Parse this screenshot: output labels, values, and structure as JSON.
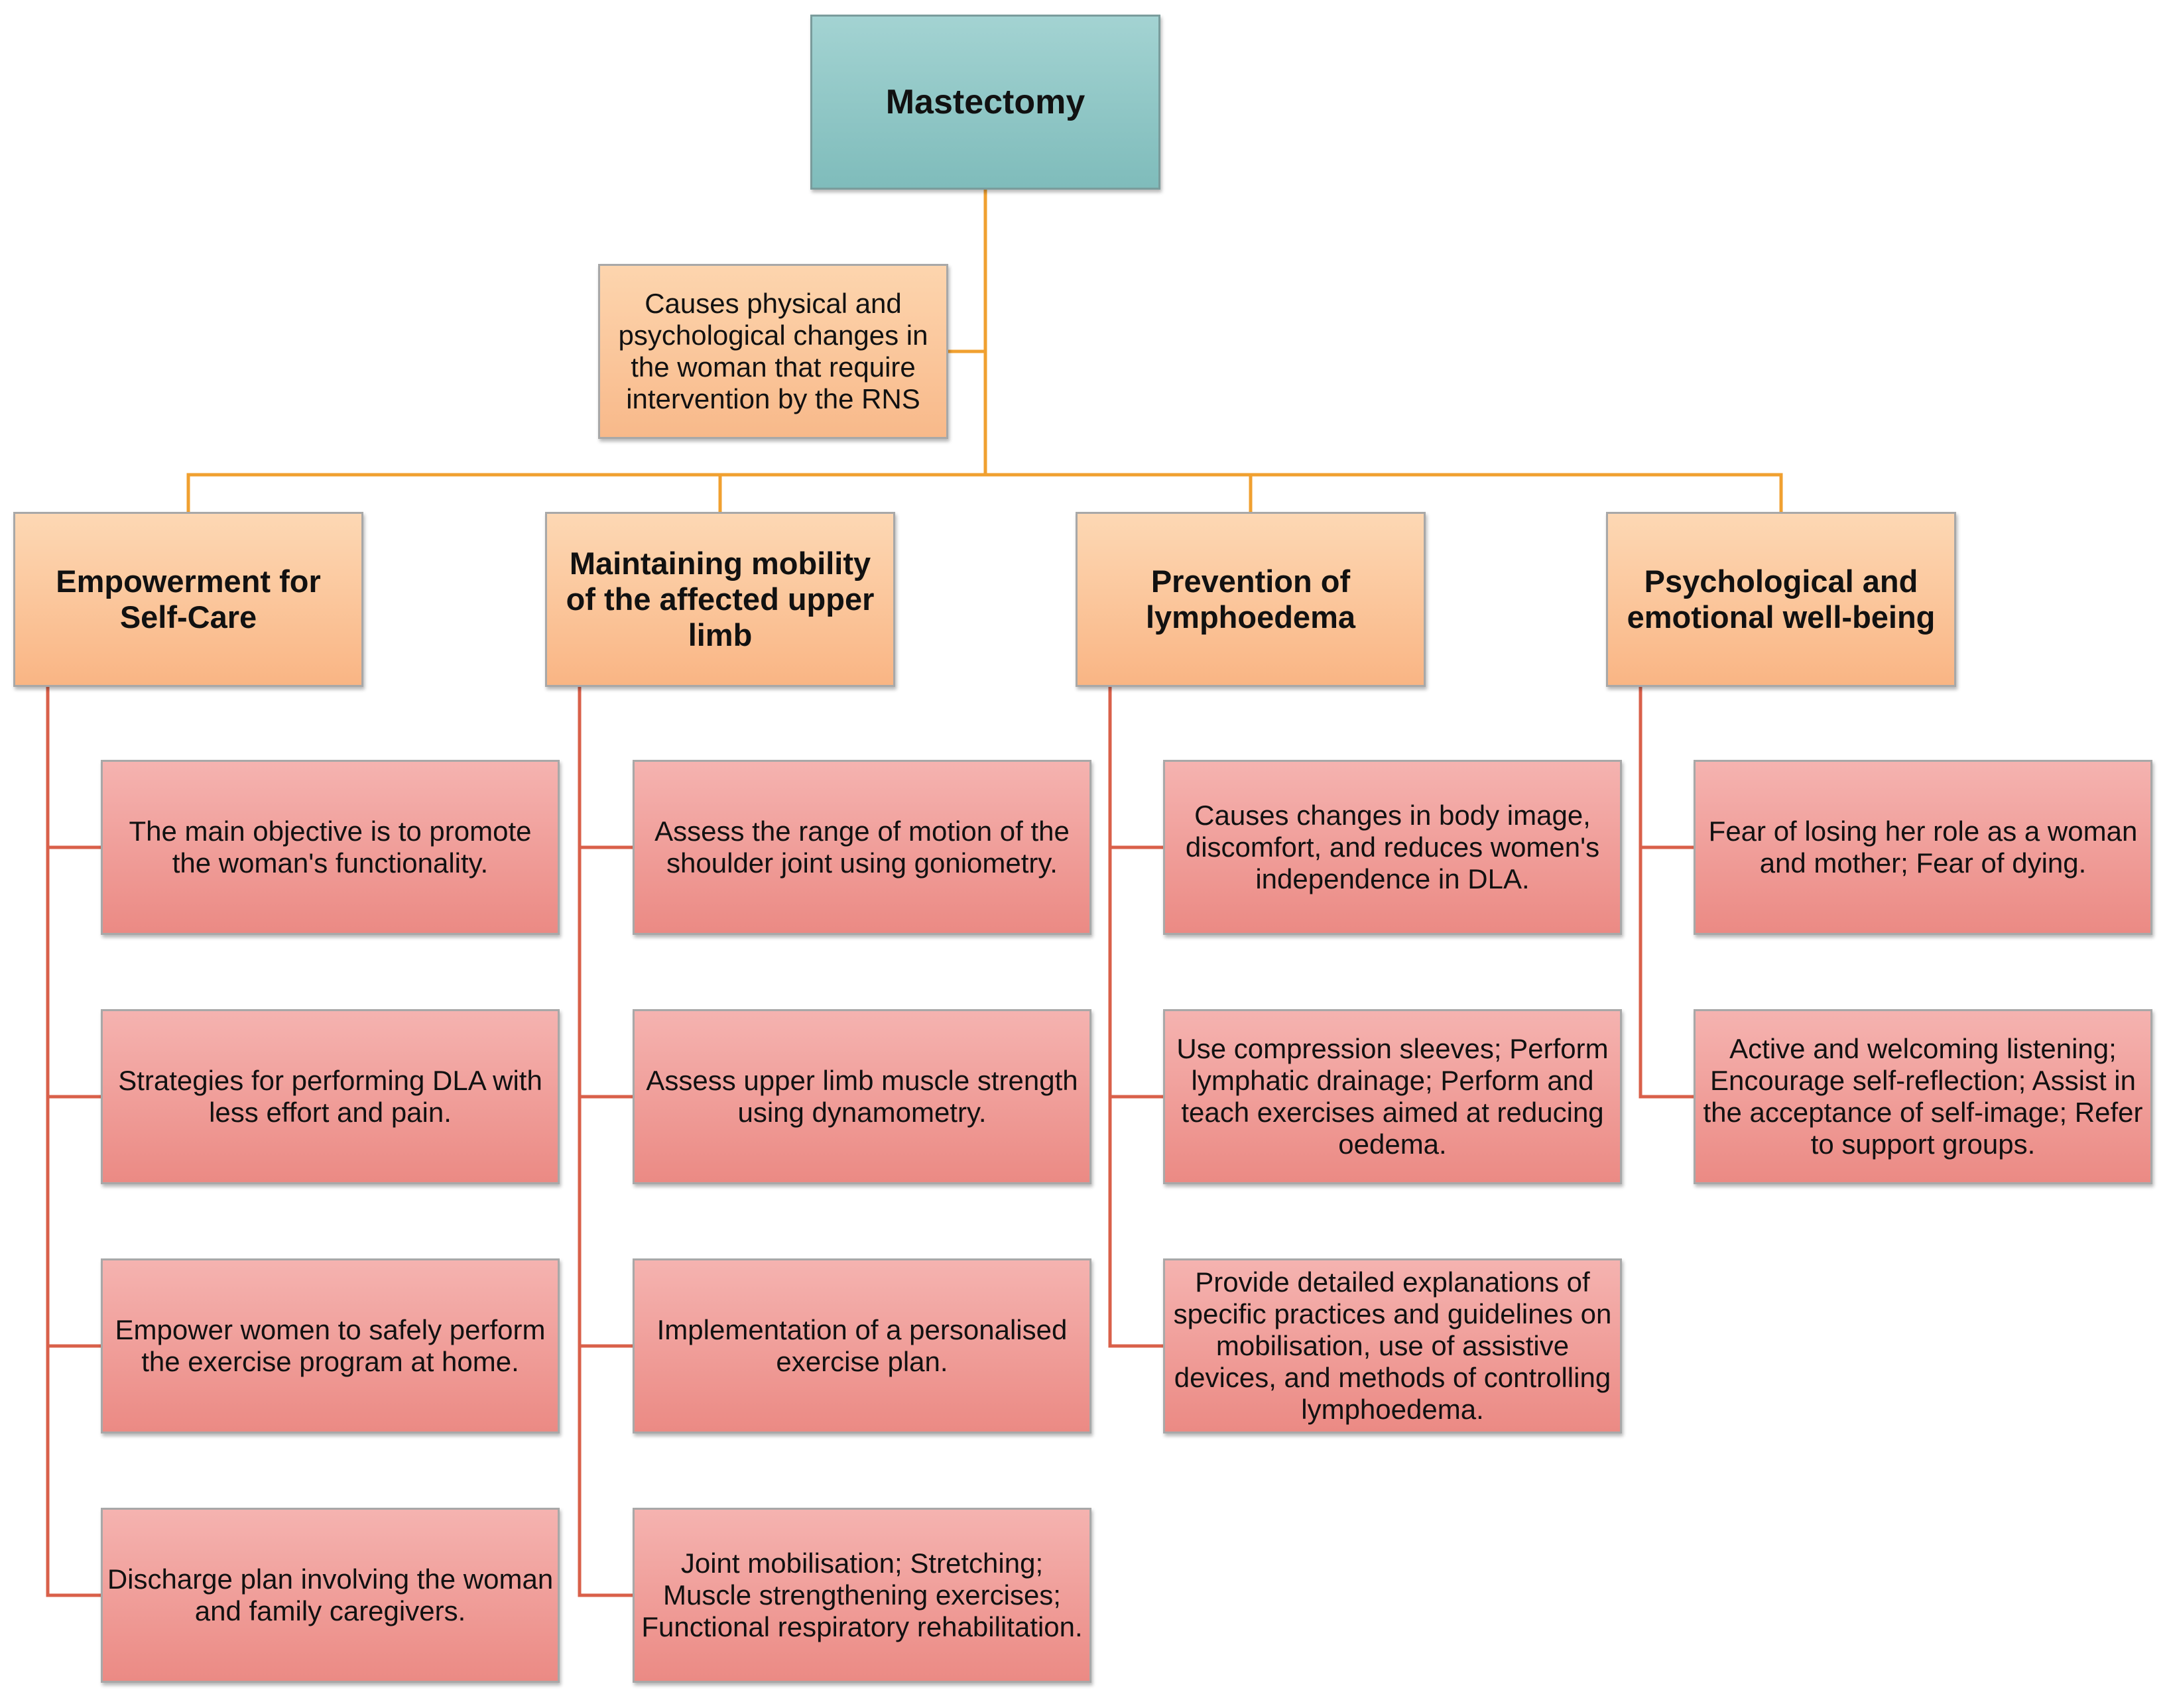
{
  "root": {
    "label": "Mastectomy"
  },
  "note": {
    "text": "Causes physical and psychological changes in the woman that require intervention by the RNS"
  },
  "colors": {
    "connector_top": "#f0a030",
    "connector_branch": "#d9604a",
    "root_fill": "#8fc6c5",
    "category_fill": "#fcc79a",
    "item_fill": "#f0a09b"
  },
  "categories": [
    {
      "title": "Empowerment for Self-Care",
      "items": [
        "The main objective is to promote the woman's functionality.",
        "Strategies for performing DLA with less effort and pain.",
        "Empower women to safely perform the exercise program at home.",
        "Discharge plan involving the woman and family caregivers."
      ]
    },
    {
      "title": "Maintaining mobility of the affected upper limb",
      "items": [
        "Assess the range of motion of the shoulder joint using goniometry.",
        "Assess upper limb muscle strength using dynamometry.",
        "Implementation of a personalised exercise plan.",
        "Joint mobilisation; Stretching; Muscle strengthening exercises; Functional respiratory rehabilitation."
      ]
    },
    {
      "title": "Prevention of lymphoedema",
      "items": [
        "Causes changes in body image, discomfort, and reduces women's independence in DLA.",
        "Use compression sleeves; Perform lymphatic drainage; Perform and teach exercises aimed at reducing oedema.",
        "Provide detailed explanations of specific practices and guidelines on mobilisation, use of assistive devices, and methods of controlling lymphoedema."
      ]
    },
    {
      "title": "Psychological and emotional well-being",
      "items": [
        "Fear of losing her role as a woman and mother; Fear of dying.",
        "Active and welcoming listening; Encourage self-reflection; Assist in the acceptance of self-image; Refer to support groups."
      ]
    }
  ]
}
